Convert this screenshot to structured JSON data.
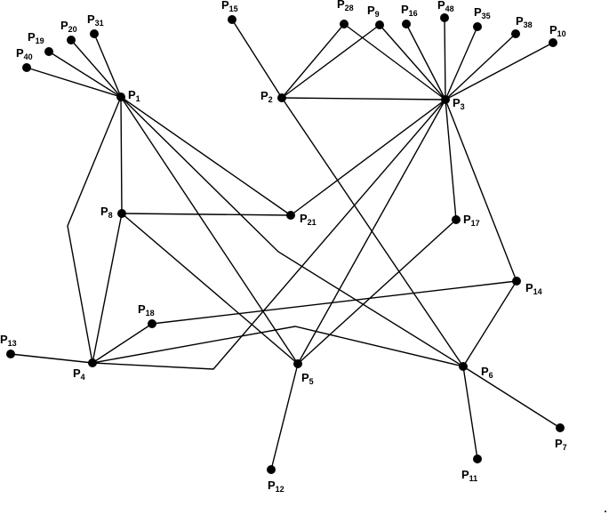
{
  "nodes": [
    {
      "id": "P1",
      "label": "P",
      "sub": "1"
    },
    {
      "id": "P2",
      "label": "P",
      "sub": "2"
    },
    {
      "id": "P3",
      "label": "P",
      "sub": "3"
    },
    {
      "id": "P4",
      "label": "P",
      "sub": "4"
    },
    {
      "id": "P5",
      "label": "P",
      "sub": "5"
    },
    {
      "id": "P6",
      "label": "P",
      "sub": "6"
    },
    {
      "id": "P7",
      "label": "P",
      "sub": "7"
    },
    {
      "id": "P8",
      "label": "P",
      "sub": "8"
    },
    {
      "id": "P9",
      "label": "P",
      "sub": "9"
    },
    {
      "id": "P10",
      "label": "P",
      "sub": "10"
    },
    {
      "id": "P11",
      "label": "P",
      "sub": "11"
    },
    {
      "id": "P12",
      "label": "P",
      "sub": "12"
    },
    {
      "id": "P13",
      "label": "P",
      "sub": "13"
    },
    {
      "id": "P14",
      "label": "P",
      "sub": "14"
    },
    {
      "id": "P15",
      "label": "P",
      "sub": "15"
    },
    {
      "id": "P16",
      "label": "P",
      "sub": "16"
    },
    {
      "id": "P17",
      "label": "P",
      "sub": "17"
    },
    {
      "id": "P18",
      "label": "P",
      "sub": "18"
    },
    {
      "id": "P19",
      "label": "P",
      "sub": "19"
    },
    {
      "id": "P20",
      "label": "P",
      "sub": "20"
    },
    {
      "id": "P21",
      "label": "P",
      "sub": "21"
    },
    {
      "id": "P28",
      "label": "P",
      "sub": "28"
    },
    {
      "id": "P31",
      "label": "P",
      "sub": "31"
    },
    {
      "id": "P35",
      "label": "P",
      "sub": "35"
    },
    {
      "id": "P38",
      "label": "P",
      "sub": "38"
    },
    {
      "id": "P40",
      "label": "P",
      "sub": "40"
    },
    {
      "id": "P48",
      "label": "P",
      "sub": "48"
    }
  ],
  "edges": [
    [
      "P1",
      "P40"
    ],
    [
      "P1",
      "P19"
    ],
    [
      "P1",
      "P20"
    ],
    [
      "P1",
      "P31"
    ],
    [
      "P1",
      "P8"
    ],
    [
      "P1",
      "P21"
    ],
    [
      "P1",
      "P5"
    ],
    [
      "P1",
      "P4"
    ],
    [
      "P1",
      "P6"
    ],
    [
      "P2",
      "P15"
    ],
    [
      "P2",
      "P28"
    ],
    [
      "P2",
      "P9"
    ],
    [
      "P2",
      "P3"
    ],
    [
      "P2",
      "P6"
    ],
    [
      "P3",
      "P28"
    ],
    [
      "P3",
      "P9"
    ],
    [
      "P3",
      "P16"
    ],
    [
      "P3",
      "P48"
    ],
    [
      "P3",
      "P35"
    ],
    [
      "P3",
      "P38"
    ],
    [
      "P3",
      "P10"
    ],
    [
      "P3",
      "P21"
    ],
    [
      "P3",
      "P17"
    ],
    [
      "P3",
      "P14"
    ],
    [
      "P3",
      "P5"
    ],
    [
      "P3",
      "P4"
    ],
    [
      "P8",
      "P21"
    ],
    [
      "P8",
      "P4"
    ],
    [
      "P8",
      "P5"
    ],
    [
      "P4",
      "P13"
    ],
    [
      "P4",
      "P18"
    ],
    [
      "P4",
      "P6"
    ],
    [
      "P18",
      "P14"
    ],
    [
      "P17",
      "P5"
    ],
    [
      "P14",
      "P6"
    ],
    [
      "P5",
      "P12"
    ],
    [
      "P6",
      "P11"
    ],
    [
      "P6",
      "P7"
    ]
  ]
}
